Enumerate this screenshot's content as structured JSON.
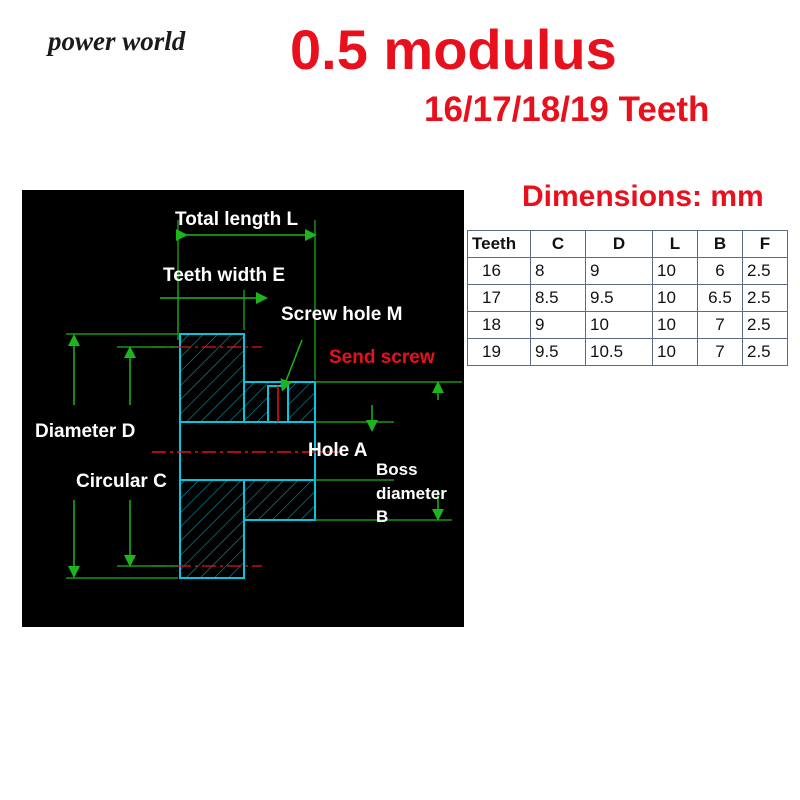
{
  "header": {
    "brand": "power world",
    "title": "0.5 modulus",
    "subtitle": "16/17/18/19 Teeth",
    "dimensions_label": "Dimensions: mm"
  },
  "diagram": {
    "labels": {
      "total_length": "Total length L",
      "teeth_width": "Teeth width E",
      "screw_hole": "Screw hole M",
      "set_screw": "Send screw",
      "diameter": "Diameter D",
      "hole": "Hole A",
      "boss": "Boss",
      "boss_diameter": "diameter",
      "boss_letter": "B",
      "circular": "Circular C"
    },
    "colors": {
      "outline": "#00c8e0",
      "dimension": "#1eb41e",
      "center": "#e8101c",
      "background": "#000000"
    }
  },
  "table": {
    "headers": [
      "Teeth",
      "C",
      "D",
      "L",
      "B",
      "F"
    ],
    "rows": [
      [
        "16",
        "8",
        "9",
        "10",
        "6",
        "2.5"
      ],
      [
        "17",
        "8.5",
        "9.5",
        "10",
        "6.5",
        "2.5"
      ],
      [
        "18",
        "9",
        "10",
        "10",
        "7",
        "2.5"
      ],
      [
        "19",
        "9.5",
        "10.5",
        "10",
        "7",
        "2.5"
      ]
    ]
  }
}
